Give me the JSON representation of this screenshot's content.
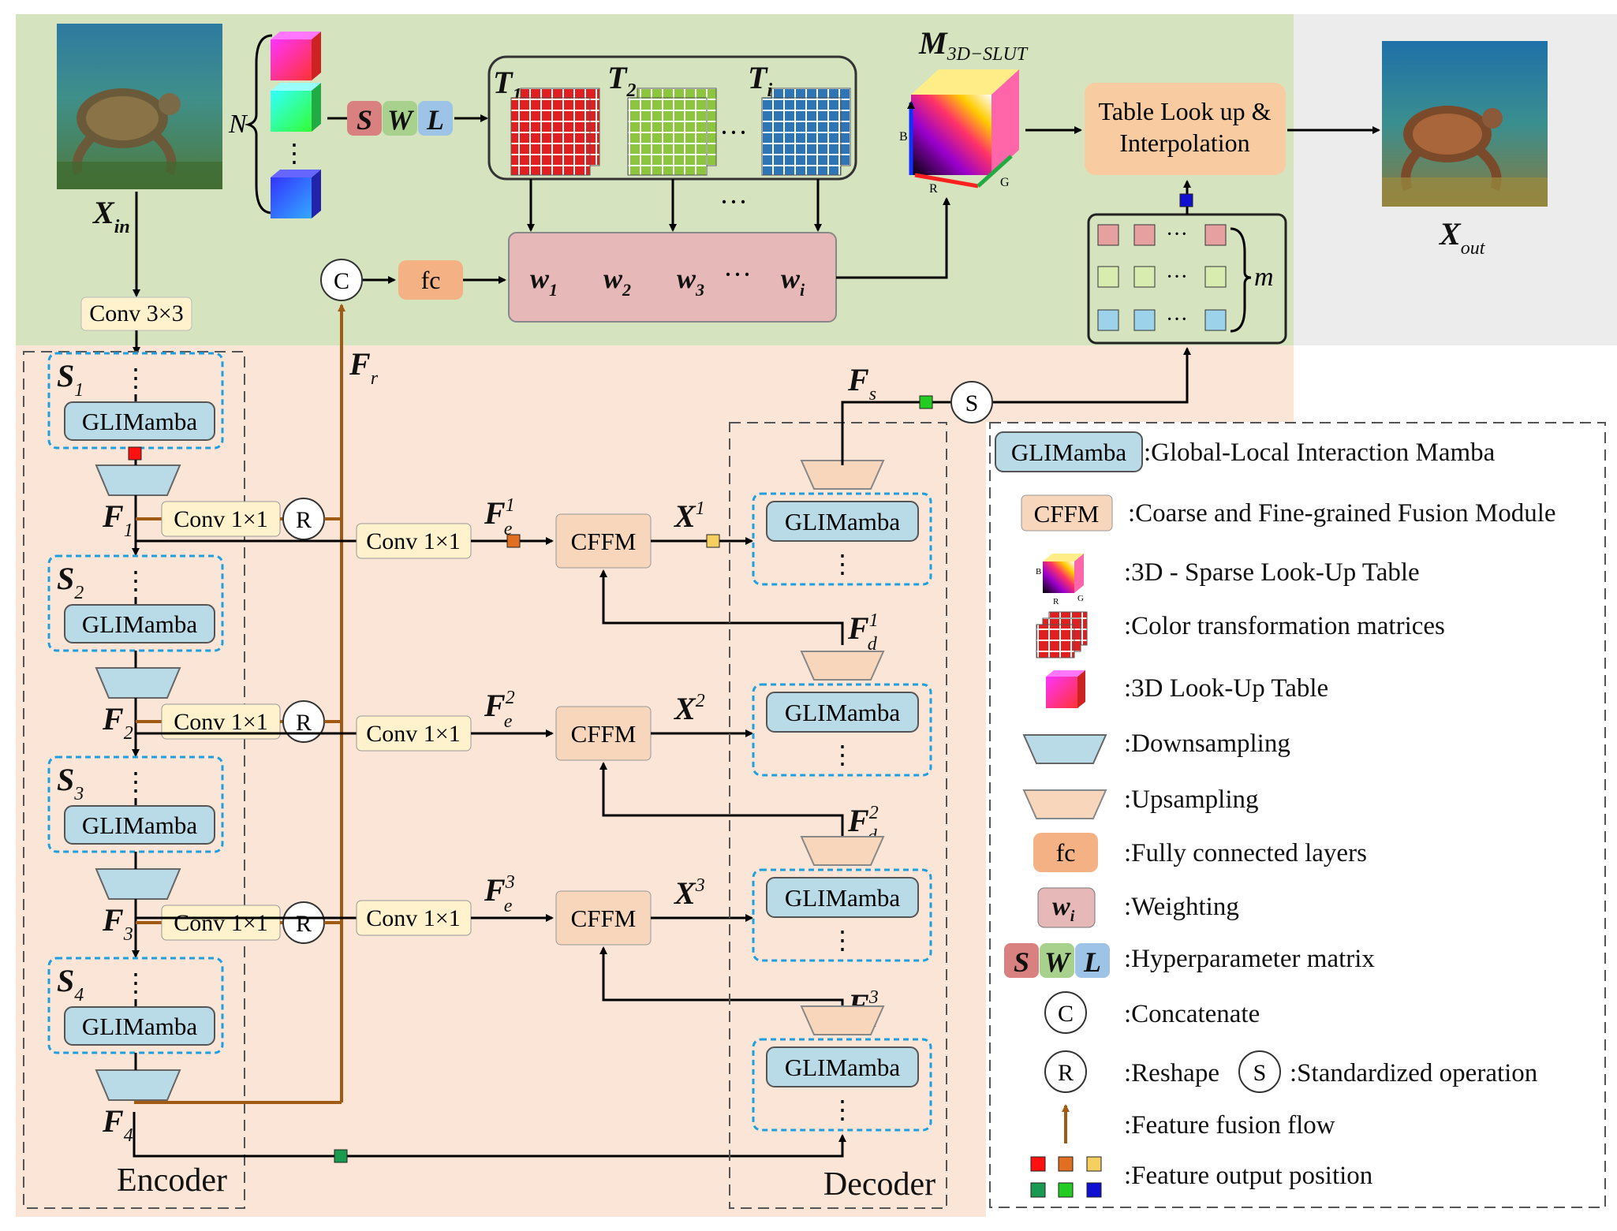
{
  "top": {
    "x_in_main": "X",
    "x_in_sub": "in",
    "x_out_main": "X",
    "x_out_sub": "out",
    "n_label": "N",
    "m_label": "m",
    "conv33": "Conv 3×3",
    "swl": [
      "S",
      "W",
      "L"
    ],
    "t_labels": [
      {
        "main": "T",
        "sub": "1"
      },
      {
        "main": "T",
        "sub": "2"
      },
      {
        "main": "T",
        "sub": "i"
      }
    ],
    "ellipsis": "···",
    "lut_title_main": "M",
    "lut_title_sub": "3D−SLUT",
    "axis_b": "B",
    "axis_r": "R",
    "axis_g": "G",
    "table_lookup_line1": "Table Look up &",
    "table_lookup_line2": "Interpolation",
    "concat": "C",
    "fc": "fc",
    "weights": [
      {
        "main": "w",
        "sub": "1"
      },
      {
        "main": "w",
        "sub": "2"
      },
      {
        "main": "w",
        "sub": "3"
      },
      {
        "main": "w",
        "sub": "i"
      }
    ],
    "fr_main": "F",
    "fr_sub": "r"
  },
  "encoder": {
    "title": "Encoder",
    "stages": [
      {
        "s_main": "S",
        "s_sub": "1",
        "block": "GLIMamba",
        "f_main": "F",
        "f_sub": "1"
      },
      {
        "s_main": "S",
        "s_sub": "2",
        "block": "GLIMamba",
        "f_main": "F",
        "f_sub": "2"
      },
      {
        "s_main": "S",
        "s_sub": "3",
        "block": "GLIMamba",
        "f_main": "F",
        "f_sub": "3"
      },
      {
        "s_main": "S",
        "s_sub": "4",
        "block": "GLIMamba",
        "f_main": "F",
        "f_sub": "4"
      }
    ],
    "conv11": "Conv 1×1",
    "reshape": "R"
  },
  "middle": {
    "conv11": "Conv 1×1",
    "cffm": "CFFM",
    "fe": [
      {
        "main": "F",
        "sub": "e",
        "sup": "1"
      },
      {
        "main": "F",
        "sub": "e",
        "sup": "2"
      },
      {
        "main": "F",
        "sub": "e",
        "sup": "3"
      }
    ],
    "x": [
      {
        "main": "X",
        "sup": "1"
      },
      {
        "main": "X",
        "sup": "2"
      },
      {
        "main": "X",
        "sup": "3"
      }
    ]
  },
  "decoder": {
    "title": "Decoder",
    "block": "GLIMamba",
    "fs_main": "F",
    "fs_sub": "s",
    "standardize": "S",
    "fd": [
      {
        "main": "F",
        "sub": "d",
        "sup": "1"
      },
      {
        "main": "F",
        "sub": "d",
        "sup": "2"
      },
      {
        "main": "F",
        "sub": "d",
        "sup": "3"
      }
    ]
  },
  "legend": {
    "items": [
      {
        "key": "GLIMamba",
        "text": ":Global-Local Interaction Mamba"
      },
      {
        "key": "CFFM",
        "text": ":Coarse and Fine-grained Fusion Module"
      },
      {
        "key": "sparse-lut",
        "text": ":3D - Sparse Look-Up Table"
      },
      {
        "key": "matrices",
        "text": ":Color transformation matrices"
      },
      {
        "key": "lut",
        "text": ":3D Look-Up Table"
      },
      {
        "key": "down",
        "text": ":Downsampling"
      },
      {
        "key": "up",
        "text": ":Upsampling"
      },
      {
        "key": "fc",
        "text": ":Fully connected layers"
      },
      {
        "key": "w",
        "text": ":Weighting"
      },
      {
        "key": "swl",
        "text": ":Hyperparameter matrix"
      },
      {
        "key": "C",
        "text": ":Concatenate"
      },
      {
        "key": "R",
        "text": ":Reshape"
      },
      {
        "key": "S",
        "text": ":Standardized operation"
      },
      {
        "key": "flow",
        "text": ":Feature fusion flow"
      },
      {
        "key": "pos",
        "text": ":Feature output position"
      }
    ],
    "legend_glimamba": "GLIMamba",
    "legend_cffm": "CFFM",
    "legend_fc": "fc",
    "legend_w_main": "w",
    "legend_w_sub": "i",
    "legend_c": "C",
    "legend_r": "R",
    "legend_s": "S",
    "legend_b": "B",
    "legend_r_axis": "R",
    "legend_g": "G"
  },
  "colors": {
    "green_bg": "#d5e3bf",
    "peach_bg": "#fbe5d6",
    "glimamba": "#b9dbe8",
    "cffm": "#f8d6bc",
    "conv": "#fff2cc",
    "fc": "#f4b183",
    "weights": "#e6b8b7",
    "flow": "#a05a14",
    "dash_blue": "#1f9fe0"
  }
}
